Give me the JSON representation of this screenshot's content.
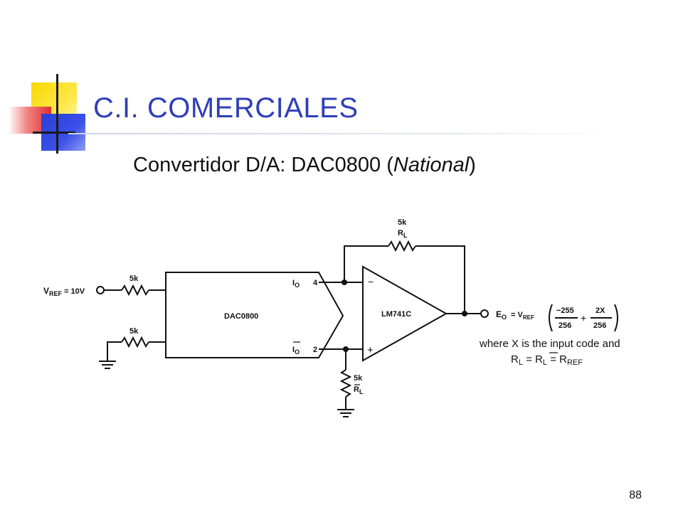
{
  "slide": {
    "title": "C.I. COMERCIALES",
    "subtitle_main": "Convertidor D/A: DAC0800 (",
    "subtitle_italic": "National",
    "subtitle_end": ")",
    "page_number": "88"
  },
  "circuit": {
    "vref_prefix": "V",
    "vref_sub": "REF",
    "vref_value": " = 10V",
    "r_vref": "5k",
    "r_ground": "5k",
    "dac_label": "DAC0800",
    "io_label": "I",
    "io_sub": "O",
    "io_pin": "4",
    "io_bar_label": "I",
    "io_bar_sub": "O",
    "io_bar_pin": "2",
    "opamp_label": "LM741C",
    "opamp_minus": "−",
    "opamp_plus": "+",
    "rl_top_value": "5k",
    "rl_top_name": "R",
    "rl_top_sub": "L",
    "rl_bottom_value": "5k",
    "rl_bottom_name": "R",
    "rl_bottom_sub": "L",
    "eo_label": "E",
    "eo_sub": "O",
    "eq_equals": "= V",
    "eq_vref_sub": "REF",
    "frac1_num": "−255",
    "frac1_den": "256",
    "eq_plus": "+",
    "frac2_num": "2X",
    "frac2_den": "256",
    "note_line1": "where X is the input code and",
    "note_rl": "R",
    "note_rl_sub": "L",
    "note_eq1": " = ",
    "note_rlbar": "R",
    "note_rlbar_sub": "L",
    "note_eq2": " = R",
    "note_rref_sub": "REF"
  }
}
